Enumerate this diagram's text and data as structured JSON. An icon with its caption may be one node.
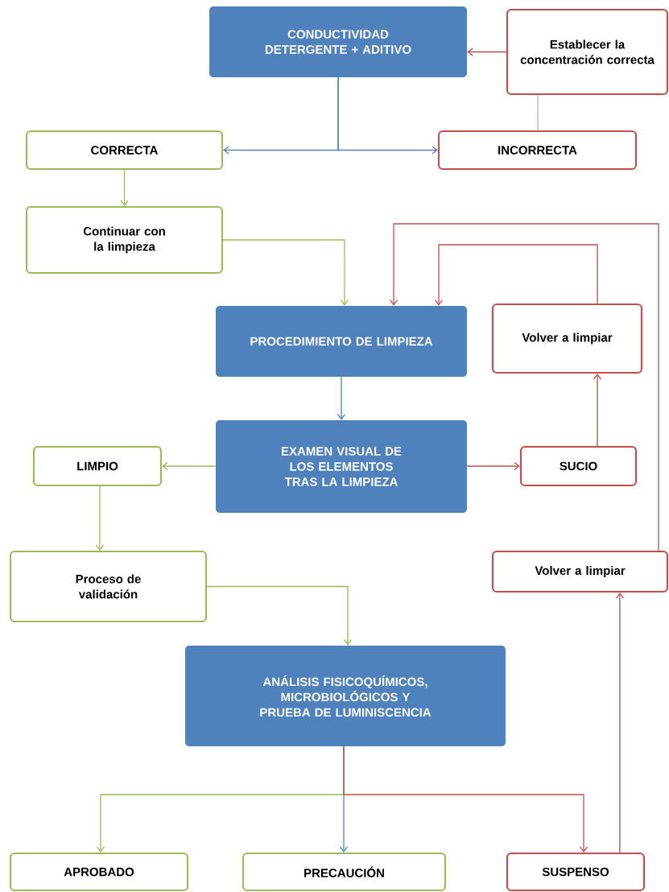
{
  "diagram": {
    "nodes": [
      {
        "text": [
          "CONDUCTIVIDAD DETERGENTE + ADITIVO"
        ]
      },
      {
        "text": [
          "Establecer la concentración correcta"
        ]
      },
      {
        "text": [
          "CORRECTA"
        ]
      },
      {
        "text": [
          "INCORRECTA"
        ]
      },
      {
        "text": [
          "Continuar con la limpieza"
        ]
      },
      {
        "text": [
          "PROCEDIMIENTO DE LIMPIEZA"
        ]
      },
      {
        "text": [
          "Volver a limpiar"
        ]
      },
      {
        "text": [
          "EXAMEN VISUAL DE LOS ELEMENTOS TRAS LA LIMPIEZA"
        ]
      },
      {
        "text": [
          "LIMPIO"
        ]
      },
      {
        "text": [
          "SUCIO"
        ]
      },
      {
        "text": [
          "Proceso de validación"
        ]
      },
      {
        "text": [
          "Volver a limpiar"
        ]
      },
      {
        "text": [
          "ANÁLISIS FISICOQUÍMICOS, MICROBIOLÓGICOS Y PRUEBA DE LUMINISCENCIA"
        ]
      },
      {
        "text": [
          "APROBADO"
        ]
      },
      {
        "text": [
          "PRECAUCIÓN"
        ]
      },
      {
        "text": [
          "SUSPENSO"
        ]
      }
    ],
    "edges": [
      {
        "from": 0,
        "to": 2,
        "arrow": "to",
        "color": "#4f81bd"
      },
      {
        "from": 0,
        "to": 3,
        "arrow": "to",
        "color": "#4f81bd"
      },
      {
        "from": 1,
        "to": 0,
        "arrow": "to",
        "color": "#c0504d"
      },
      {
        "from": 3,
        "to": 1,
        "arrow": "none",
        "color": "#e6a5a3"
      },
      {
        "from": 2,
        "to": 4,
        "arrow": "to",
        "color": "#9bbb59"
      },
      {
        "from": 4,
        "to": 5,
        "arrow": "to",
        "color": "#9bbb59"
      },
      {
        "from": 6,
        "to": 5,
        "arrow": "to",
        "color": "#c0504d"
      },
      {
        "from": 11,
        "to": 5,
        "arrow": "to",
        "color": "#c0504d"
      },
      {
        "from": 5,
        "to": 7,
        "arrow": "to",
        "color": "#4f81bd"
      },
      {
        "from": 7,
        "to": 8,
        "arrow": "to",
        "color": "#9bbb59"
      },
      {
        "from": 7,
        "to": 9,
        "arrow": "to",
        "color": "#c0504d"
      },
      {
        "from": 9,
        "to": 6,
        "arrow": "to",
        "color": "#c0504d"
      },
      {
        "from": 8,
        "to": 10,
        "arrow": "to",
        "color": "#9bbb59"
      },
      {
        "from": 10,
        "to": 12,
        "arrow": "to",
        "color": "#9bbb59"
      },
      {
        "from": 12,
        "to": 13,
        "arrow": "to",
        "color": "#9bbb59"
      },
      {
        "from": 12,
        "to": 14,
        "arrow": "to",
        "color": "#4f81bd"
      },
      {
        "from": 12,
        "to": 15,
        "arrow": "to",
        "color": "#c0504d"
      },
      {
        "from": 15,
        "to": 11,
        "arrow": "to",
        "color": "#c0504d"
      }
    ]
  }
}
